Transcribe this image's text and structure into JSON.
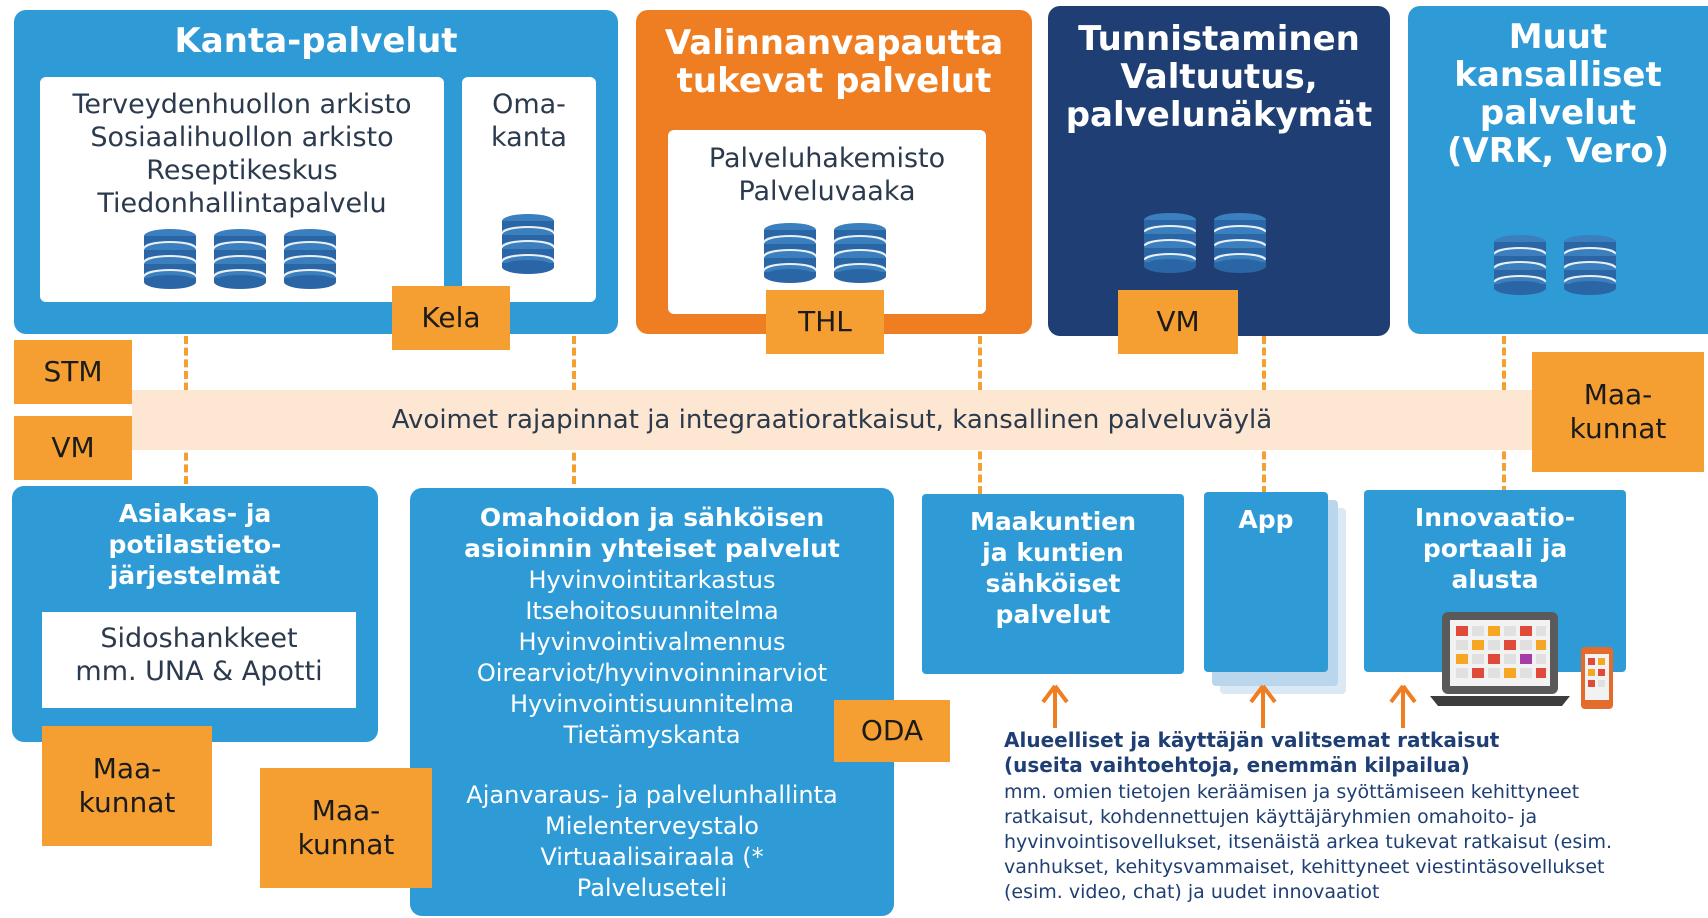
{
  "top": {
    "kanta": {
      "title": "Kanta-palvelut",
      "services": [
        "Terveydenhuollon arkisto",
        "Sosiaalihuollon arkisto",
        "Reseptikeskus",
        "Tiedonhallintapalvelu"
      ],
      "omakanta": [
        "Oma-",
        "kanta"
      ],
      "tag": "Kela"
    },
    "valinnan": {
      "title": [
        "Valinnanvapautta",
        "tukevat palvelut"
      ],
      "services": [
        "Palveluhakemisto",
        "Palveluvaaka"
      ],
      "tag": "THL"
    },
    "tunnistaminen": {
      "title": [
        "Tunnistaminen",
        "Valtuutus,",
        "palvelunäkymät"
      ],
      "tag": "VM"
    },
    "muut": {
      "title": [
        "Muut",
        "kansalliset",
        "palvelut",
        "(VRK, Vero)"
      ]
    }
  },
  "band": {
    "text": "Avoimet rajapinnat ja integraatioratkaisut, kansallinen palveluväylä",
    "left_tags": [
      "STM",
      "VM"
    ],
    "right_tag": [
      "Maa-",
      "kunnat"
    ]
  },
  "bottom": {
    "asiakas": {
      "title": [
        "Asiakas- ja",
        "potilastieto-",
        "järjestelmät"
      ],
      "inner": [
        "Sidoshankkeet",
        "mm. UNA & Apotti"
      ],
      "tag": [
        "Maa-",
        "kunnat"
      ]
    },
    "omahoito": {
      "title": [
        "Omahoidon ja sähköisen",
        "asioinnin yhteiset palvelut"
      ],
      "list1": [
        "Hyvinvointitarkastus",
        "Itsehoitosuunnitelma",
        "Hyvinvointivalmennus",
        "Oirearviot/hyvinvoinninarviot",
        "Hyvinvointisuunnitelma",
        "Tietämyskanta"
      ],
      "list2": [
        "Ajanvaraus- ja palvelunhallinta",
        "Mielenterveystalo",
        "Virtuaalisairaala (*",
        "Palveluseteli"
      ],
      "tag_oda": "ODA",
      "tag_maakunnat": [
        "Maa-",
        "kunnat"
      ]
    },
    "maakuntien": {
      "title": [
        "Maakuntien",
        "ja kuntien",
        "sähköiset",
        "palvelut"
      ]
    },
    "app": {
      "title": "App"
    },
    "innovaatio": {
      "title": [
        "Innovaatio-",
        "portaali ja",
        "alusta"
      ]
    },
    "note": {
      "heading": [
        "Alueelliset ja käyttäjän valitsemat ratkaisut",
        "(useita vaihtoehtoja, enemmän kilpailua)"
      ],
      "body": [
        "mm. omien tietojen keräämisen ja syöttämiseen kehittyneet",
        "ratkaisut, kohdennettujen käyttäjäryhmien omahoito- ja",
        "hyvinvointisovellukset, itsenäistä arkea tukevat ratkaisut (esim.",
        "vanhukset, kehitysvammaiset, kehittyneet viestintäsovellukset",
        "(esim. video, chat) ja uudet innovaatiot"
      ]
    }
  },
  "colors": {
    "blue": "#2e9bd6",
    "navy": "#1f3f74",
    "orange": "#ef7d22",
    "tag": "#f59f33",
    "band": "#fde7d2",
    "note_heading": "#1f3f74"
  },
  "icons": [
    "database-icon",
    "laptop-icon",
    "phone-icon",
    "arrow-up-icon"
  ]
}
